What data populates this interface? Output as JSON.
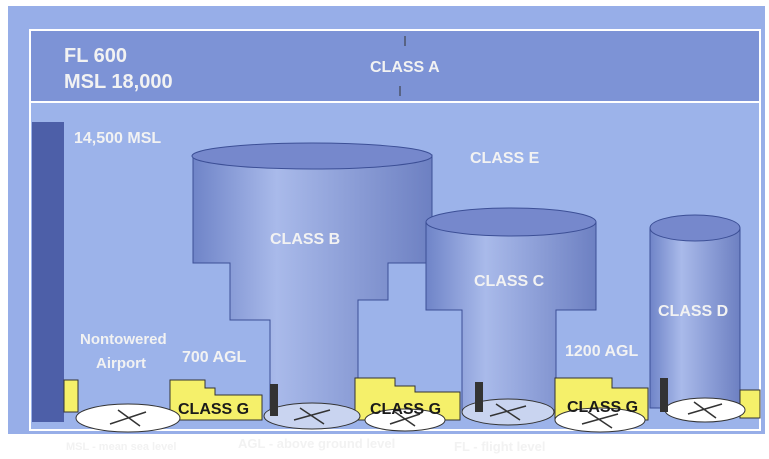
{
  "top_band": {
    "fl_label": "FL 600",
    "msl_label": "MSL 18,000",
    "class_label": "CLASS A"
  },
  "altitudes": {
    "msl_14500": "14,500 MSL",
    "agl_700": "700 AGL",
    "agl_1200": "1200 AGL"
  },
  "airspace": {
    "class_e": "CLASS E",
    "class_b": "CLASS B",
    "class_c": "CLASS C",
    "class_d": "CLASS D",
    "class_g": "CLASS G"
  },
  "airport": {
    "line1": "Nontowered",
    "line2": "Airport"
  },
  "legend": {
    "msl": "MSL - mean sea level",
    "agl": "AGL - above ground level",
    "fl": "FL - flight level"
  },
  "colors": {
    "background": "#97aee8",
    "band": "#7d93d6",
    "cylinder": "#8fa3de",
    "cylinder_top": "#7688cc",
    "class_g": "#f5f06a",
    "column": "#4d5fa8"
  }
}
